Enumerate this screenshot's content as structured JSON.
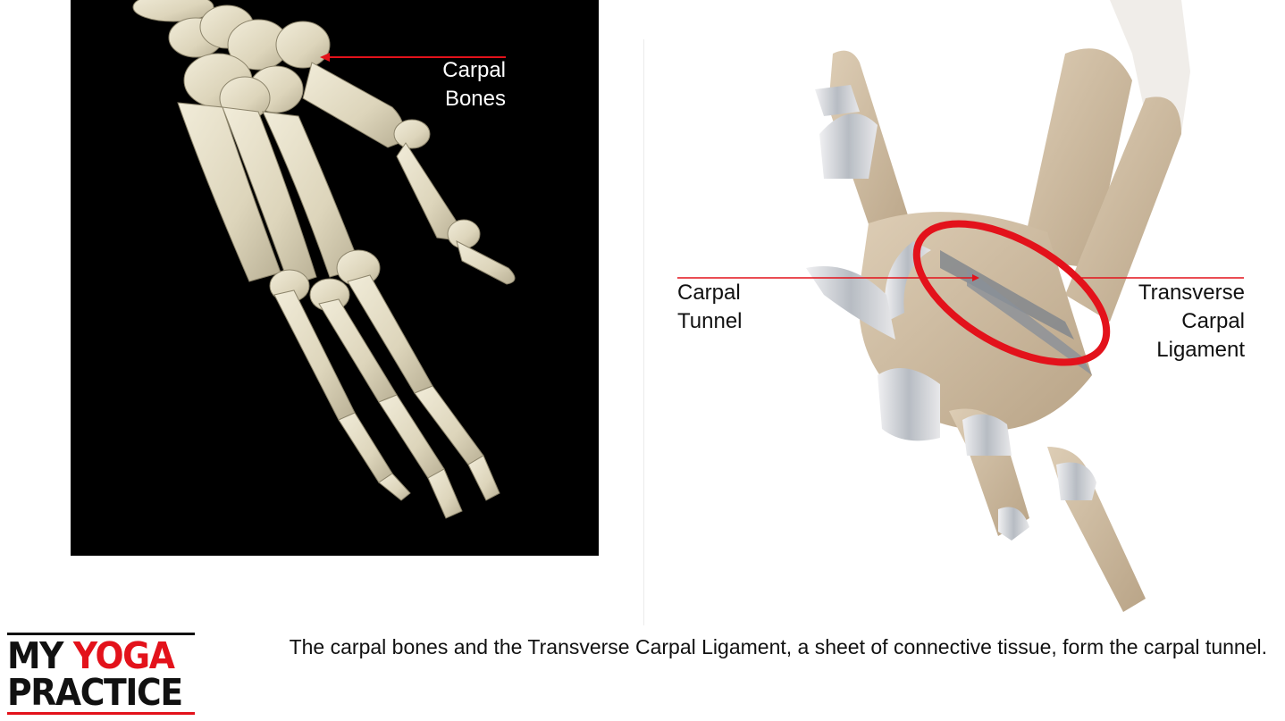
{
  "left_figure": {
    "description": "Skeletal hand (carpal, metacarpal, phalanx bones) on black background",
    "background_color": "#000000",
    "bone_color": "#e2dcc6",
    "annotation": {
      "label_line1": "Carpal",
      "label_line2": "Bones",
      "arrow_color": "#e3121b",
      "label_color": "#ffffff"
    }
  },
  "right_figure": {
    "description": "3D wrist model with ligaments, highlighted carpal tunnel",
    "highlight_ring_color": "#e3121b",
    "annotations": {
      "left_label_line1": "Carpal",
      "left_label_line2": "Tunnel",
      "right_label_line1": "Transverse",
      "right_label_line2": "Carpal",
      "right_label_line3": "Ligament",
      "line_color": "#e3121b"
    }
  },
  "footer": {
    "logo": {
      "word1": "MY",
      "word2": "YOGA",
      "word3": "PRACTICE",
      "accent_color": "#e3121b",
      "text_color": "#111111"
    },
    "caption": "The carpal bones and the Transverse Carpal Ligament, a sheet of connective tissue, form the carpal tunnel."
  }
}
